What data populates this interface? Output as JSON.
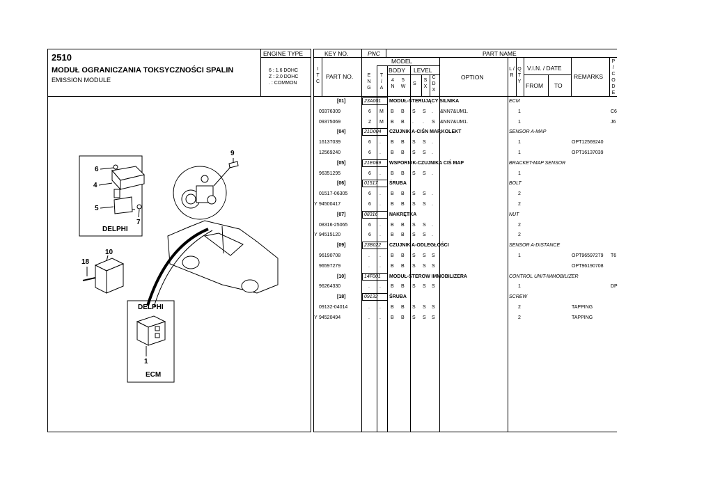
{
  "header": {
    "section_no": "2510",
    "title_pl": "MODUŁ OGRANICZANIA TOKSYCZNOŚCI SPALIN",
    "title_en": "EMISSION MODULE",
    "engine_type_label": "ENGINE TYPE",
    "engine_types": [
      "6 : 1.6 DOHC",
      "Z : 2.0 DOHC",
      ". : COMMON"
    ]
  },
  "columns": {
    "key_no": "KEY NO.",
    "pnc": "PNC",
    "part_name": "PART NAME",
    "itc": "I T C",
    "part_no": "PART NO.",
    "eng": "E N G",
    "ta": "T / A",
    "model": "MODEL",
    "body": "BODY",
    "level": "LEVEL",
    "b4n": "4 N",
    "b5w": "5 W",
    "s": "S",
    "sx": "S X",
    "cdx": "C D X",
    "option": "OPTION",
    "lr": "L / R",
    "qty": "Q T Y",
    "vin_date": "V.I.N. / DATE",
    "from": "FROM",
    "to": "TO",
    "remarks": "REMARKS",
    "pcode": "P / C O D E"
  },
  "rows": [
    {
      "type": "group",
      "key": "[01]",
      "pnc": "23A001",
      "name": "MODUŁ-STERUJĄCY SILNIKA",
      "en": "ECM"
    },
    {
      "type": "part",
      "itc": "",
      "part_no": "09376309",
      "eng": "6",
      "ta": "M",
      "b4n": "B",
      "b5w": "B",
      "s": "S",
      "sx": "S",
      "cdx": ".",
      "option": "&NN7&UM1.",
      "qty": "1",
      "remarks": "",
      "pcode": "C6"
    },
    {
      "type": "part",
      "itc": "",
      "part_no": "09375069",
      "eng": "Z",
      "ta": "M",
      "b4n": "B",
      "b5w": "B",
      "s": ".",
      "sx": ".",
      "cdx": "S",
      "option": "&NN7&UM1.",
      "qty": "1",
      "remarks": "",
      "pcode": "J6"
    },
    {
      "type": "group",
      "key": "[04]",
      "pnc": "21D004",
      "name": "CZUJNIK A-CIŚN MAP,KOLEKT",
      "en": "SENSOR A-MAP"
    },
    {
      "type": "part",
      "itc": "",
      "part_no": "16137039",
      "eng": "6",
      "ta": ".",
      "b4n": "B",
      "b5w": "B",
      "s": "S",
      "sx": "S",
      "cdx": ".",
      "option": "",
      "qty": "1",
      "remarks": "OPT12569240",
      "pcode": ""
    },
    {
      "type": "part",
      "itc": "",
      "part_no": "12569240",
      "eng": "6",
      "ta": ".",
      "b4n": "B",
      "b5w": "B",
      "s": "S",
      "sx": "S",
      "cdx": ".",
      "option": "",
      "qty": "1",
      "remarks": "OPT16137039",
      "pcode": ""
    },
    {
      "type": "group",
      "key": "[05]",
      "pnc": "21E069",
      "name": "WSPORNIK-CZUJNIKA CIŚ MAP",
      "en": "BRACKET-MAP SENSOR"
    },
    {
      "type": "part",
      "itc": "",
      "part_no": "96351295",
      "eng": "6",
      "ta": ".",
      "b4n": "B",
      "b5w": "B",
      "s": "S",
      "sx": "S",
      "cdx": ".",
      "option": "",
      "qty": "1",
      "remarks": "",
      "pcode": ""
    },
    {
      "type": "group",
      "key": "[06]",
      "pnc": "01517",
      "name": "ŚRUBA",
      "en": "BOLT"
    },
    {
      "type": "part",
      "itc": "",
      "part_no": "01517-06305",
      "eng": "6",
      "ta": ".",
      "b4n": "B",
      "b5w": "B",
      "s": "S",
      "sx": "S",
      "cdx": ".",
      "option": "",
      "qty": "2",
      "remarks": "",
      "pcode": ""
    },
    {
      "type": "part",
      "itc": "Y",
      "part_no": "94500417",
      "eng": "6",
      "ta": ".",
      "b4n": "B",
      "b5w": "B",
      "s": "S",
      "sx": "S",
      "cdx": ".",
      "option": "",
      "qty": "2",
      "remarks": "",
      "pcode": ""
    },
    {
      "type": "group",
      "key": "[07]",
      "pnc": "08316",
      "name": "NAKRĘTKA",
      "en": "NUT"
    },
    {
      "type": "part",
      "itc": "",
      "part_no": "08316-25065",
      "eng": "6",
      "ta": ".",
      "b4n": "B",
      "b5w": "B",
      "s": "S",
      "sx": "S",
      "cdx": ".",
      "option": "",
      "qty": "2",
      "remarks": "",
      "pcode": ""
    },
    {
      "type": "part",
      "itc": "Y",
      "part_no": "94515120",
      "eng": "6",
      "ta": ".",
      "b4n": "B",
      "b5w": "B",
      "s": "S",
      "sx": "S",
      "cdx": ".",
      "option": "",
      "qty": "2",
      "remarks": "",
      "pcode": ""
    },
    {
      "type": "group",
      "key": "[09]",
      "pnc": "23B022",
      "name": "CZUJNIK A-ODLEGŁOŚCI",
      "en": "SENSOR A-DISTANCE"
    },
    {
      "type": "part",
      "itc": "",
      "part_no": "96190708",
      "eng": ".",
      "ta": ".",
      "b4n": "B",
      "b5w": "B",
      "s": "S",
      "sx": "S",
      "cdx": "S",
      "option": "",
      "qty": "1",
      "remarks": "OPT96597279",
      "pcode": "T6"
    },
    {
      "type": "part",
      "itc": "",
      "part_no": "96597279",
      "eng": ".",
      "ta": ".",
      "b4n": "B",
      "b5w": "B",
      "s": "S",
      "sx": "S",
      "cdx": "S",
      "option": "",
      "qty": "",
      "remarks": "OPT96190708",
      "pcode": ""
    },
    {
      "type": "group",
      "key": "[10]",
      "pnc": "14F001",
      "name": "MODUŁ-STEROW IMMOBILIZERA",
      "en": "CONTROL UNIT-IMMOBILIZER"
    },
    {
      "type": "part",
      "itc": "",
      "part_no": "96264330",
      "eng": ".",
      "ta": ".",
      "b4n": "B",
      "b5w": "B",
      "s": "S",
      "sx": "S",
      "cdx": "S",
      "option": "",
      "qty": "1",
      "remarks": "",
      "pcode": "DP"
    },
    {
      "type": "group",
      "key": "[18]",
      "pnc": "09132",
      "name": "ŚRUBA",
      "en": "SCREW"
    },
    {
      "type": "part",
      "itc": "",
      "part_no": "09132-04014",
      "eng": ".",
      "ta": ".",
      "b4n": "B",
      "b5w": "B",
      "s": "S",
      "sx": "S",
      "cdx": "S",
      "option": "",
      "qty": "2",
      "remarks": "TAPPING",
      "pcode": ""
    },
    {
      "type": "part",
      "itc": "Y",
      "part_no": "94520494",
      "eng": ".",
      "ta": ".",
      "b4n": "B",
      "b5w": "B",
      "s": "S",
      "sx": "S",
      "cdx": "S",
      "option": "",
      "qty": "2",
      "remarks": "TAPPING",
      "pcode": ""
    }
  ],
  "diagram": {
    "callouts": [
      "6",
      "4",
      "5",
      "7",
      "9",
      "10",
      "18",
      "1"
    ],
    "labels": {
      "delphi_1": "DELPHI",
      "delphi_2": "DELPHI",
      "ecm": "ECM"
    }
  }
}
